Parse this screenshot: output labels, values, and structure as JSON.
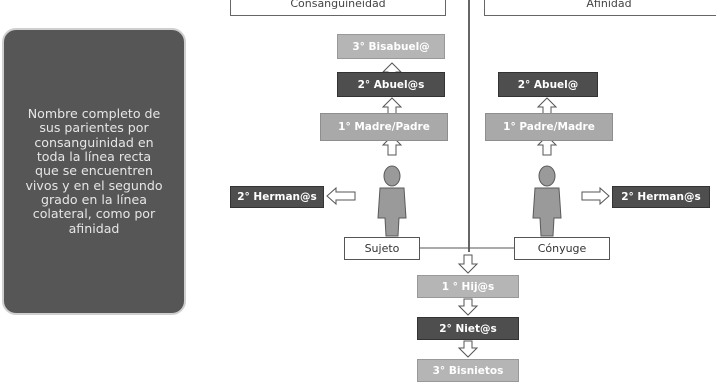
{
  "columns": {
    "left_header": "Consanguineidad",
    "right_header": "Afinidad"
  },
  "info_text": "Nombre completo de sus parientes por consanguinidad en toda la línea recta que se encuentren vivos y en el segundo grado en la línea colateral, como por afinidad",
  "consanguinity": {
    "great_grandparents": "3° Bisabuel@",
    "grandparents": "2° Abuel@s",
    "parents": "1° Madre/Padre",
    "siblings": "2° Herman@s",
    "subject": "Sujeto"
  },
  "affinity": {
    "grandparents": "2° Abuel@",
    "parents": "1° Padre/Madre",
    "siblings": "2° Herman@s",
    "spouse": "Cónyuge"
  },
  "descendants": {
    "children": "1 ° Hij@s",
    "grandchildren": "2° Niet@s",
    "great_grandchildren": "3° Bisnietos"
  },
  "colors": {
    "dark_box": "#4e4e4e",
    "light_box": "#a9a9a9",
    "info_panel": "#565656"
  }
}
